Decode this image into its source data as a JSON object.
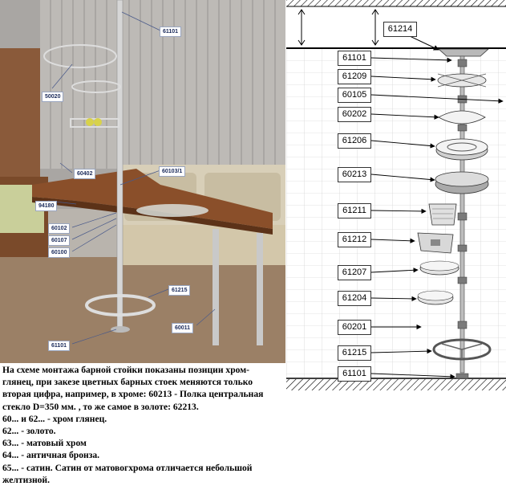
{
  "photo": {
    "callouts": [
      {
        "id": "c1",
        "text": "61101"
      },
      {
        "id": "c2",
        "text": "50020"
      },
      {
        "id": "c3",
        "text": "60402"
      },
      {
        "id": "c4",
        "text": "60103/1"
      },
      {
        "id": "c5",
        "text": "94180"
      },
      {
        "id": "c6",
        "text": "60102"
      },
      {
        "id": "c7",
        "text": "60107"
      },
      {
        "id": "c8",
        "text": "60100"
      },
      {
        "id": "c9",
        "text": "61215"
      },
      {
        "id": "c10",
        "text": "60011"
      },
      {
        "id": "c11",
        "text": "61101"
      }
    ]
  },
  "schematic": {
    "top_label": "61214",
    "parts": [
      {
        "code": "61101",
        "icon": "ceiling-mount-flange-icon"
      },
      {
        "code": "61209",
        "icon": "glass-holder-icon"
      },
      {
        "code": "60105",
        "icon": "clamp-icon"
      },
      {
        "code": "60202",
        "icon": "fruit-basket-holder-icon"
      },
      {
        "code": "61206",
        "icon": "round-shelf-icon"
      },
      {
        "code": "60213",
        "icon": "glass-shelf-icon"
      },
      {
        "code": "61211",
        "icon": "side-basket-icon"
      },
      {
        "code": "61212",
        "icon": "side-basket-icon"
      },
      {
        "code": "61207",
        "icon": "small-shelf-icon"
      },
      {
        "code": "61204",
        "icon": "small-shelf-icon"
      },
      {
        "code": "60201",
        "icon": "clamp-icon"
      },
      {
        "code": "61215",
        "icon": "footrest-ring-icon"
      },
      {
        "code": "61101",
        "icon": "floor-mount-flange-icon"
      }
    ]
  },
  "caption": {
    "lines": [
      "На схеме монтажа барной стойки показаны позиции хром-",
      "глянец, при закезе цветных барных стоек меняются только",
      "вторая цифра, например, в хроме: 60213 - Полка центральная",
      "стекло D=350 мм. , то же самое в золоте: 62213.",
      "60... и 62... - хром глянец.",
      "62... - золото.",
      "63... - матовый хром",
      "64... - античная бронза.",
      "65... - сатин. Сатин от матовогхрома отличается небольшой",
      "желтизной."
    ]
  }
}
